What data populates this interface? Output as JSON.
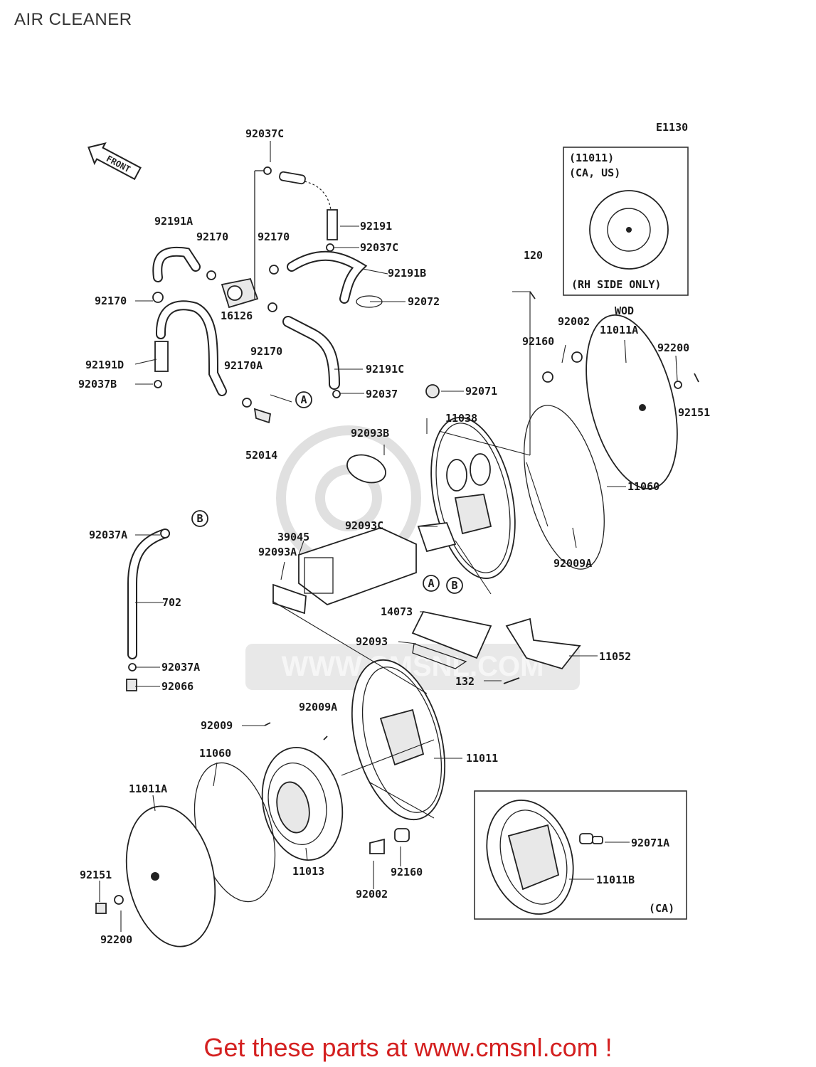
{
  "page_title": "AIR CLEANER",
  "diagram_code": "E1130",
  "front_label": "FRONT",
  "watermark": "WWW.CMSNL.COM",
  "footer": "Get these parts at www.cmsnl.com !",
  "callouts": [
    {
      "id": "c1",
      "text": "92037C"
    },
    {
      "id": "c2",
      "text": "92191A"
    },
    {
      "id": "c3",
      "text": "92170"
    },
    {
      "id": "c4",
      "text": "92170"
    },
    {
      "id": "c5",
      "text": "92191"
    },
    {
      "id": "c6",
      "text": "92037C"
    },
    {
      "id": "c7",
      "text": "92191B"
    },
    {
      "id": "c8",
      "text": "92170"
    },
    {
      "id": "c9",
      "text": "92072"
    },
    {
      "id": "c10",
      "text": "16126"
    },
    {
      "id": "c11",
      "text": "92170"
    },
    {
      "id": "c12",
      "text": "92191D"
    },
    {
      "id": "c13",
      "text": "92170A"
    },
    {
      "id": "c14",
      "text": "92191C"
    },
    {
      "id": "c15",
      "text": "92037B"
    },
    {
      "id": "c16",
      "text": "92037"
    },
    {
      "id": "c17",
      "text": "52014"
    },
    {
      "id": "c18",
      "text": "120"
    },
    {
      "id": "c19",
      "text": "92002"
    },
    {
      "id": "c20",
      "text": "WOD"
    },
    {
      "id": "c21",
      "text": "11011A"
    },
    {
      "id": "c22",
      "text": "92160"
    },
    {
      "id": "c23",
      "text": "92200"
    },
    {
      "id": "c24",
      "text": "92071"
    },
    {
      "id": "c25",
      "text": "92151"
    },
    {
      "id": "c26",
      "text": "11038"
    },
    {
      "id": "c27",
      "text": "92093B"
    },
    {
      "id": "c28",
      "text": "11060"
    },
    {
      "id": "c29",
      "text": "92037A"
    },
    {
      "id": "c30",
      "text": "92093C"
    },
    {
      "id": "c31",
      "text": "39045"
    },
    {
      "id": "c32",
      "text": "92093A"
    },
    {
      "id": "c33",
      "text": "92009A"
    },
    {
      "id": "c34",
      "text": "702"
    },
    {
      "id": "c35",
      "text": "14073"
    },
    {
      "id": "c36",
      "text": "92093"
    },
    {
      "id": "c37",
      "text": "11052"
    },
    {
      "id": "c38",
      "text": "92037A"
    },
    {
      "id": "c39",
      "text": "132"
    },
    {
      "id": "c40",
      "text": "92066"
    },
    {
      "id": "c41",
      "text": "92009A"
    },
    {
      "id": "c42",
      "text": "92009"
    },
    {
      "id": "c43",
      "text": "11060"
    },
    {
      "id": "c44",
      "text": "11011"
    },
    {
      "id": "c45",
      "text": "11011A"
    },
    {
      "id": "c46",
      "text": "92071A"
    },
    {
      "id": "c47",
      "text": "11013"
    },
    {
      "id": "c48",
      "text": "92160"
    },
    {
      "id": "c49",
      "text": "92151"
    },
    {
      "id": "c50",
      "text": "11011B"
    },
    {
      "id": "c51",
      "text": "92002"
    },
    {
      "id": "c52",
      "text": "92200"
    }
  ],
  "markers": [
    {
      "id": "m1",
      "text": "A"
    },
    {
      "id": "m2",
      "text": "B"
    },
    {
      "id": "m3",
      "text": "A"
    },
    {
      "id": "m4",
      "text": "B"
    }
  ],
  "inset_top": {
    "line1": "(11011)",
    "line2": "(CA, US)",
    "note": "(RH SIDE ONLY)"
  },
  "inset_bottom": {
    "note": "(CA)"
  }
}
